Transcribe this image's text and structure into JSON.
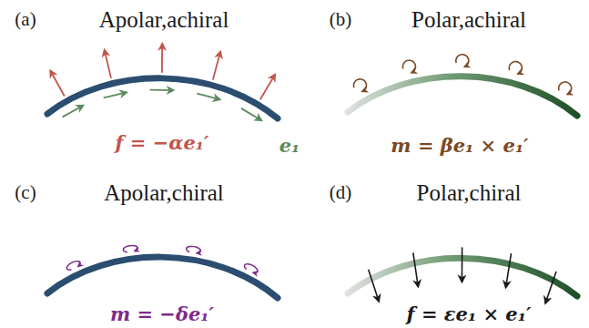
{
  "diagram": {
    "labels": [
      "(a)",
      "Apolar,achiral",
      "(b)",
      "Polar,achiral",
      "f = −αe₁′",
      "e₁",
      "m = βe₁ × e₁′",
      "(c)",
      "Apolar,chiral",
      "(d)",
      "Polar,chiral",
      "m = −δe₁′",
      "f = εe₁ × e₁′"
    ]
  }
}
